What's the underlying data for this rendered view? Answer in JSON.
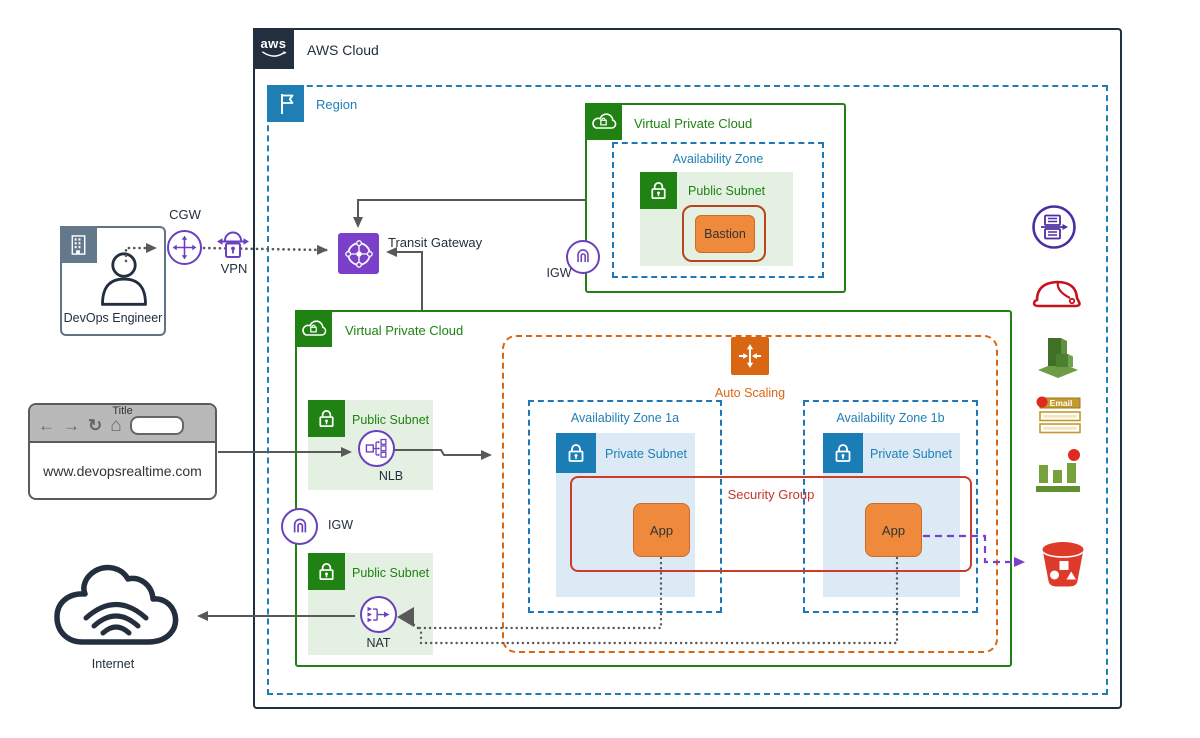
{
  "aws": {
    "logo": "aws",
    "label": "AWS Cloud",
    "region": {
      "label": "Region",
      "transit_gateway": "Transit Gateway",
      "vpc_top": {
        "label": "Virtual Private Cloud",
        "igw": "IGW",
        "az": {
          "label": "Availability Zone",
          "public_subnet": {
            "label": "Public Subnet",
            "bastion": "Bastion"
          }
        }
      },
      "vpc_main": {
        "label": "Virtual Private Cloud",
        "igw": "IGW",
        "public_subnet_nlb": {
          "label": "Public Subnet",
          "nlb": "NLB"
        },
        "public_subnet_nat": {
          "label": "Public Subnet",
          "nat": "NAT"
        },
        "auto_scaling": {
          "label": "Auto Scaling",
          "security_group": "Security Group",
          "az_1a": {
            "label": "Availability Zone 1a",
            "private_subnet": {
              "label": "Private Subnet",
              "app": "App"
            }
          },
          "az_1b": {
            "label": "Availability Zone 1b",
            "private_subnet": {
              "label": "Private Subnet",
              "app": "App"
            }
          }
        }
      },
      "side": {
        "email": "Email"
      }
    }
  },
  "external": {
    "devops_engineer": "DevOps Engineer",
    "cgw": "CGW",
    "vpn": "VPN",
    "browser": {
      "title": "Title",
      "url": "www.devopsrealtime.com"
    },
    "internet": "Internet"
  },
  "browser_icons": {
    "back": "←",
    "forward": "→",
    "refresh": "↻",
    "home": "⌂"
  },
  "colors": {
    "aws_navy": "#232f3e",
    "region_blue": "#1f7fb5",
    "vpc_green": "#1f8212",
    "subnet_green_fill": "#e4f1e2",
    "subnet_blue_fill": "#dbeaf5",
    "autoscaling_orange": "#d86613",
    "app_orange": "#ef8a3d",
    "security_red": "#c7362c",
    "network_purple": "#6b40bf",
    "arrow_gray": "#595959"
  }
}
